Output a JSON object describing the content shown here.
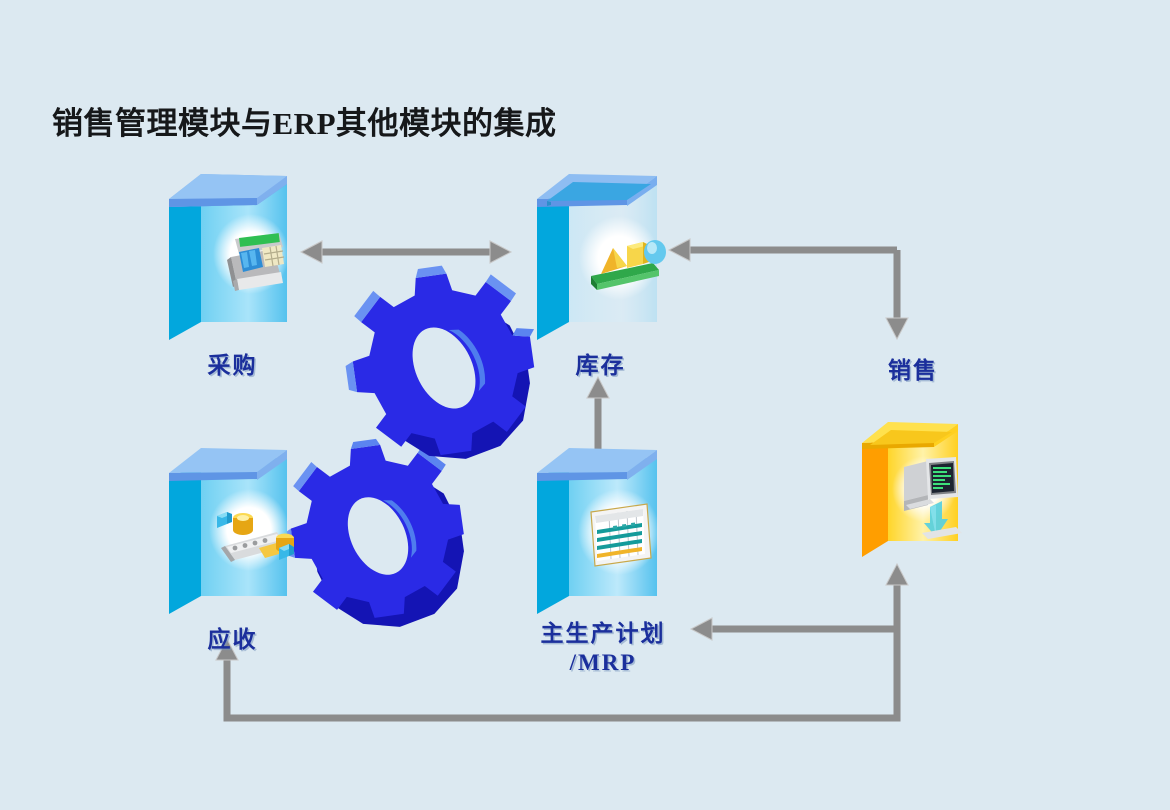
{
  "page": {
    "title": "销售管理模块与ERP其他模块的集成",
    "background_color": "#dce9f1",
    "label_color": "#1b2f9c",
    "arrow_color": "#8c8c8c",
    "gear_color": "#2a2ae6"
  },
  "modules": [
    {
      "id": "procurement",
      "label": "采购",
      "icon": "cash-register-icon",
      "box_color": "#59c8ef",
      "box_side_color": "#00a3dd",
      "label_position": "below"
    },
    {
      "id": "inventory",
      "label": "库存",
      "icon": "warehouse-shelf-icon",
      "box_color": "#4db8e8",
      "box_side_color": "#00a3dd",
      "label_position": "below"
    },
    {
      "id": "receivable",
      "label": "应收",
      "icon": "conveyor-belt-icon",
      "box_color": "#59c8ef",
      "box_side_color": "#00a3dd",
      "label_position": "below"
    },
    {
      "id": "mps-mrp",
      "label": "主生产计划\n/MRP",
      "label_line1": "主生产计划",
      "label_line2": "/MRP",
      "icon": "spreadsheet-icon",
      "box_color": "#59c8ef",
      "box_side_color": "#00a3dd",
      "label_position": "below"
    },
    {
      "id": "sales",
      "label": "销售",
      "icon": "computer-monitor-icon",
      "box_color": "#ffe14d",
      "box_side_color": "#ff9e00",
      "label_position": "above"
    }
  ],
  "gears": {
    "name": "interlocking-gears",
    "count": 2,
    "color": "#2a2ae6",
    "highlight_color": "#4f7dee",
    "shade_color": "#1414b4"
  },
  "connections": [
    {
      "id": "procurement-inventory",
      "from": "采购",
      "to": "库存",
      "direction": "both"
    },
    {
      "id": "inventory-mps",
      "from": "库存",
      "to": "主生产计划/MRP",
      "direction": "both"
    },
    {
      "id": "sales-inventory",
      "from": "销售",
      "to": "库存",
      "direction": "to"
    },
    {
      "id": "sales-down",
      "from": "销售",
      "to": "销售",
      "direction": "to"
    },
    {
      "id": "sales-mps",
      "from": "销售",
      "to": "主生产计划/MRP",
      "direction": "to"
    },
    {
      "id": "sales-receivable",
      "from": "销售",
      "to": "应收",
      "direction": "to"
    }
  ]
}
